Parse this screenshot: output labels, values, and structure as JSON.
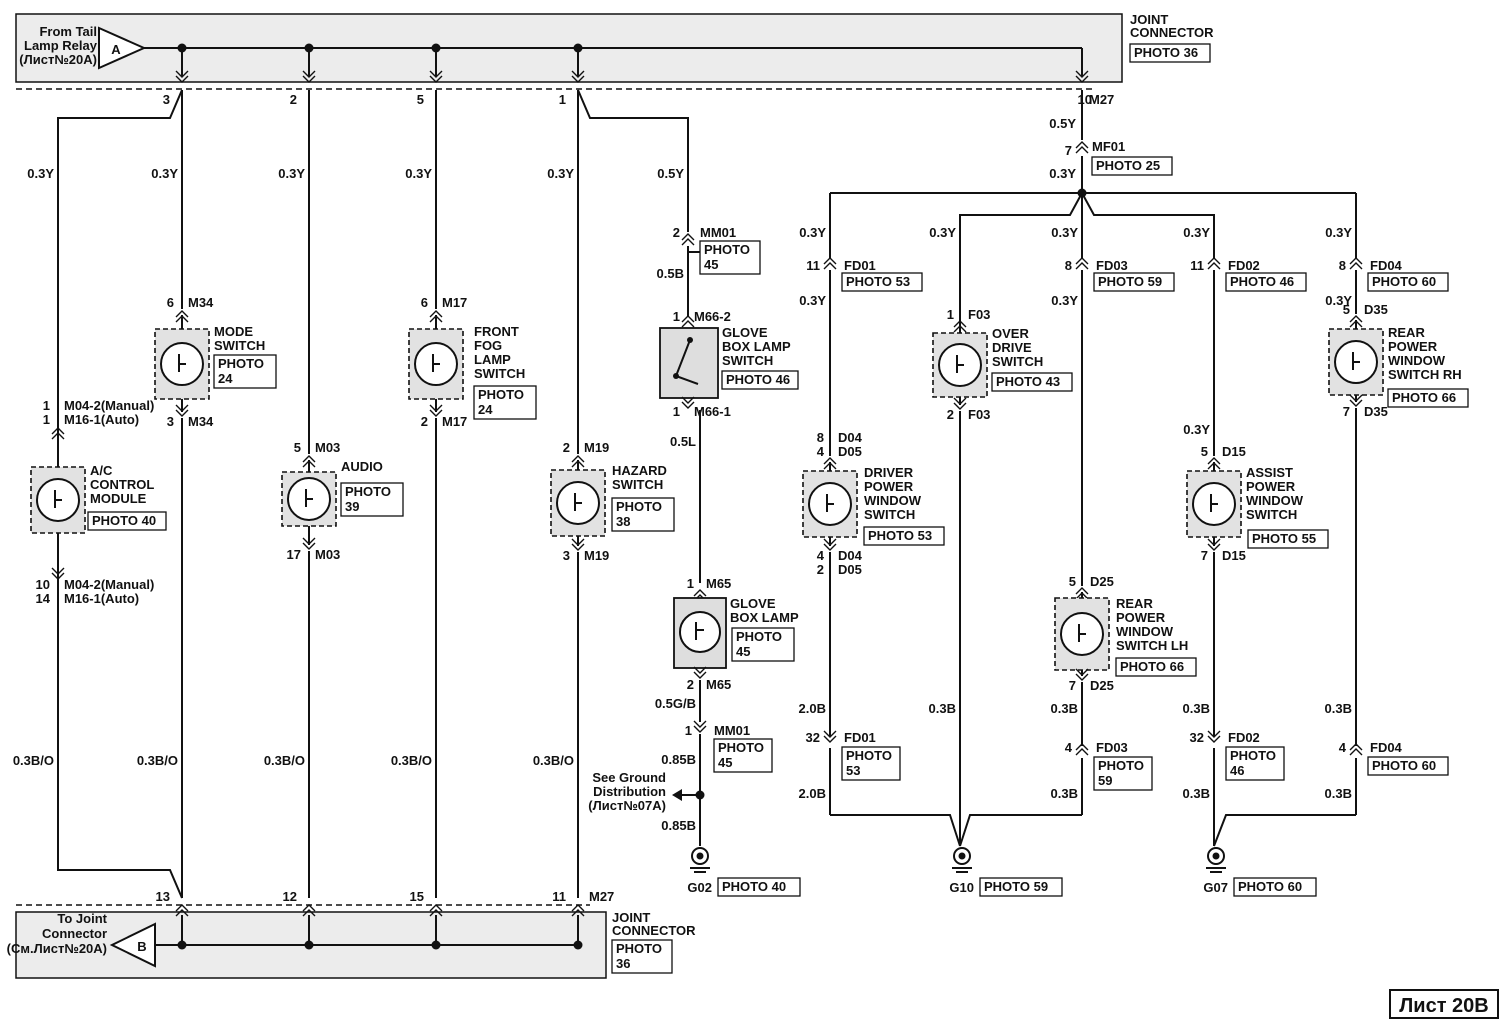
{
  "sheet": {
    "label": "Лист 20B"
  },
  "top": {
    "source_lines": [
      "From Tail",
      "Lamp Relay",
      "(Лист№20A)"
    ],
    "arrow_letter": "A",
    "connector": {
      "title_lines": [
        "JOINT",
        "CONNECTOR"
      ],
      "photo": "PHOTO 36"
    },
    "pins": [
      "3",
      "2",
      "5",
      "1"
    ],
    "m27_pin": "10",
    "m27_label": "M27"
  },
  "bottom": {
    "dest_lines": [
      "To Joint",
      "Connector",
      "(См.Лист№20A)"
    ],
    "arrow_letter": "B",
    "connector": {
      "title_lines": [
        "JOINT",
        "CONNECTOR"
      ],
      "photo_lines": [
        "PHOTO",
        "36"
      ]
    },
    "pins": [
      "13",
      "12",
      "15",
      "11"
    ],
    "m27_label": "M27"
  },
  "left_branches": [
    {
      "wire_top": "0.3Y",
      "wire_bottom": "0.3B/O",
      "top_pins": [
        "1",
        "1"
      ],
      "top_conns": [
        "M04-2(Manual)",
        "M16-1(Auto)"
      ],
      "device_lines": [
        "A/C",
        "CONTROL",
        "MODULE"
      ],
      "photo_lines": [
        "PHOTO 40"
      ],
      "bottom_pins": [
        "10",
        "14"
      ],
      "bottom_conns": [
        "M04-2(Manual)",
        "M16-1(Auto)"
      ]
    },
    {
      "wire_top": "0.3Y",
      "wire_bottom": "0.3B/O",
      "top_pins": [
        "6"
      ],
      "top_conns": [
        "M34"
      ],
      "device_lines": [
        "MODE",
        "SWITCH"
      ],
      "photo_lines": [
        "PHOTO",
        "24"
      ],
      "bottom_pins": [
        "3"
      ],
      "bottom_conns": [
        "M34"
      ]
    },
    {
      "wire_top": "0.3Y",
      "wire_bottom": "0.3B/O",
      "top_pins": [
        "5"
      ],
      "top_conns": [
        "M03"
      ],
      "device_lines": [
        "AUDIO"
      ],
      "photo_lines": [
        "PHOTO",
        "39"
      ],
      "bottom_pins": [
        "17"
      ],
      "bottom_conns": [
        "M03"
      ]
    },
    {
      "wire_top": "0.3Y",
      "wire_bottom": "0.3B/O",
      "top_pins": [
        "6"
      ],
      "top_conns": [
        "M17"
      ],
      "device_lines": [
        "FRONT",
        "FOG",
        "LAMP",
        "SWITCH"
      ],
      "photo_lines": [
        "PHOTO",
        "24"
      ],
      "bottom_pins": [
        "2"
      ],
      "bottom_conns": [
        "M17"
      ]
    },
    {
      "wire_top": "0.3Y",
      "wire_bottom": "0.3B/O",
      "top_pins": [
        "2"
      ],
      "top_conns": [
        "M19"
      ],
      "device_lines": [
        "HAZARD",
        "SWITCH"
      ],
      "photo_lines": [
        "PHOTO",
        "38"
      ],
      "bottom_pins": [
        "3"
      ],
      "bottom_conns": [
        "M19"
      ]
    }
  ],
  "glove": {
    "wire1": "0.5Y",
    "mm01_top_pin": "2",
    "mm01_label": "MM01",
    "mm01_photo_lines": [
      "PHOTO",
      "45"
    ],
    "wire2": "0.5B",
    "sw_top_pin": "1",
    "sw_top_conn": "M66-2",
    "switch_lines": [
      "GLOVE",
      "BOX LAMP",
      "SWITCH"
    ],
    "switch_photo": "PHOTO 46",
    "sw_bottom_pin": "1",
    "sw_bottom_conn": "M66-1",
    "wire3": "0.5L",
    "lamp_top_pin": "1",
    "lamp_top_conn": "M65",
    "lamp_lines": [
      "GLOVE",
      "BOX LAMP"
    ],
    "lamp_photo_lines": [
      "PHOTO",
      "45"
    ],
    "lamp_bottom_pin": "2",
    "lamp_bottom_conn": "M65",
    "wire4": "0.5G/B",
    "mm01b_pin": "1",
    "mm01b_label": "MM01",
    "mm01b_photo_lines": [
      "PHOTO",
      "45"
    ],
    "wire5": "0.85B",
    "ground_ref_lines": [
      "See Ground",
      "Distribution",
      "(Лист№07A)"
    ],
    "wire6": "0.85B",
    "ground": "G02",
    "ground_photo": "PHOTO 40"
  },
  "right_feed": {
    "wire1": "0.5Y",
    "mf01_pin": "7",
    "mf01_label": "MF01",
    "mf01_photo": "PHOTO 25",
    "wire2": "0.3Y"
  },
  "right_branches": [
    {
      "wire_top": "0.3Y",
      "conn_pin": "11",
      "conn": "FD01",
      "conn_photo": "PHOTO 53",
      "wire_mid": "0.3Y",
      "top_pins": [
        "8",
        "4"
      ],
      "top_conns": [
        "D04",
        "D05"
      ],
      "device_lines": [
        "DRIVER",
        "POWER",
        "WINDOW",
        "SWITCH"
      ],
      "photo_lines": [
        "PHOTO 53"
      ],
      "bottom_pins": [
        "4",
        "2"
      ],
      "bottom_conns": [
        "D04",
        "D05"
      ],
      "wire_low": "2.0B",
      "low_pin": "32",
      "low_conn": "FD01",
      "low_photo_lines": [
        "PHOTO",
        "53"
      ],
      "wire_gnd": "2.0B"
    },
    {
      "wire_top": "0.3Y",
      "top_pins": [
        "1"
      ],
      "top_conns": [
        "F03"
      ],
      "device_lines": [
        "OVER",
        "DRIVE",
        "SWITCH"
      ],
      "photo_lines": [
        "PHOTO 43"
      ],
      "bottom_pins": [
        "2"
      ],
      "bottom_conns": [
        "F03"
      ],
      "wire_low": "0.3B"
    },
    {
      "wire_top": "0.3Y",
      "conn_pin": "8",
      "conn": "FD03",
      "conn_photo": "PHOTO 59",
      "wire_mid": "0.3Y",
      "top_pins": [
        "5"
      ],
      "top_conns": [
        "D25"
      ],
      "device_lines": [
        "REAR",
        "POWER",
        "WINDOW",
        "SWITCH LH"
      ],
      "photo_lines": [
        "PHOTO 66"
      ],
      "bottom_pins": [
        "7"
      ],
      "bottom_conns": [
        "D25"
      ],
      "wire_low": "0.3B",
      "low_pin": "4",
      "low_conn": "FD03",
      "low_photo_lines": [
        "PHOTO",
        "59"
      ],
      "wire_gnd": "0.3B"
    },
    {
      "wire_top": "0.3Y",
      "conn_pin": "11",
      "conn": "FD02",
      "conn_photo": "PHOTO 46",
      "wire_mid": "0.3Y",
      "top_pins": [
        "5"
      ],
      "top_conns": [
        "D15"
      ],
      "device_lines": [
        "ASSIST",
        "POWER",
        "WINDOW",
        "SWITCH"
      ],
      "photo_lines": [
        "PHOTO 55"
      ],
      "bottom_pins": [
        "7"
      ],
      "bottom_conns": [
        "D15"
      ],
      "wire_low": "0.3B",
      "low_pin": "32",
      "low_conn": "FD02",
      "low_photo_lines": [
        "PHOTO",
        "46"
      ],
      "wire_gnd": "0.3B"
    },
    {
      "wire_top": "0.3Y",
      "conn_pin": "8",
      "conn": "FD04",
      "conn_photo": "PHOTO 60",
      "wire_mid": "0.3Y",
      "top_pins": [
        "5"
      ],
      "top_conns": [
        "D35"
      ],
      "device_lines": [
        "REAR",
        "POWER",
        "WINDOW",
        "SWITCH RH"
      ],
      "photo_lines": [
        "PHOTO 66"
      ],
      "bottom_pins": [
        "7"
      ],
      "bottom_conns": [
        "D35"
      ],
      "wire_low": "0.3B",
      "low_pin": "4",
      "low_conn": "FD04",
      "low_photo_lines": [
        "PHOTO 60"
      ],
      "wire_gnd": "0.3B"
    }
  ],
  "grounds": [
    {
      "name": "G10",
      "photo": "PHOTO 59"
    },
    {
      "name": "G07",
      "photo": "PHOTO 60"
    }
  ]
}
